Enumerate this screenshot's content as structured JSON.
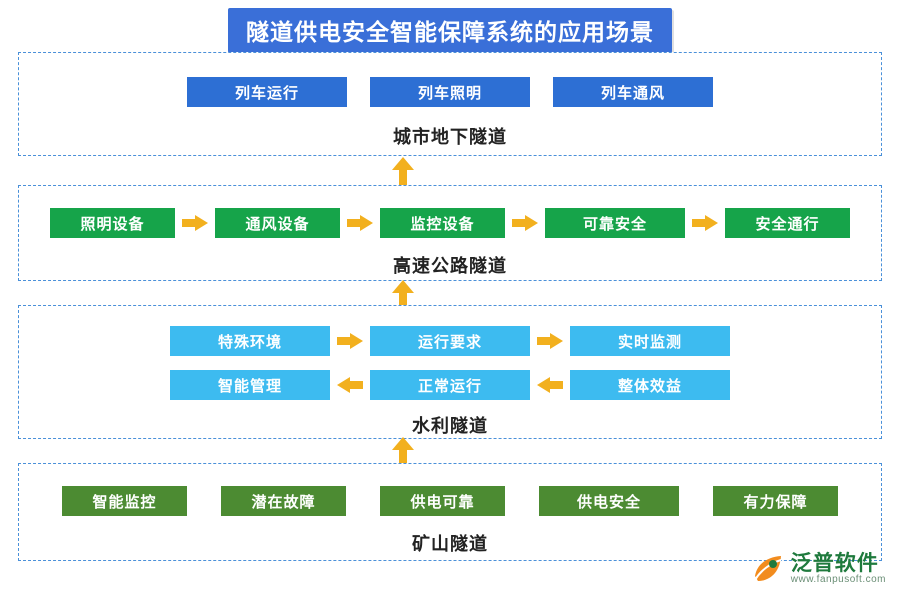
{
  "title": "隧道供电安全智能保障系统的应用场景",
  "colors": {
    "title_bg": "#3A6FD8",
    "urban_box": "#2D6FD4",
    "highway_box": "#16A44A",
    "water_box": "#3DBBF0",
    "mine_box": "#4C8B32",
    "arrow": "#F2B01E",
    "panel_border": "#4A90D9"
  },
  "sections": [
    {
      "id": "urban",
      "label": "城市地下隧道",
      "rows": [
        {
          "items": [
            "列车运行",
            "列车照明",
            "列车通风"
          ],
          "arrows": []
        }
      ]
    },
    {
      "id": "highway",
      "label": "高速公路隧道",
      "rows": [
        {
          "items": [
            "照明设备",
            "通风设备",
            "监控设备",
            "可靠安全",
            "安全通行"
          ],
          "arrows": [
            "right",
            "right",
            "right",
            "right"
          ]
        }
      ]
    },
    {
      "id": "water",
      "label": "水利隧道",
      "rows": [
        {
          "items": [
            "特殊环境",
            "运行要求",
            "实时监测"
          ],
          "arrows": [
            "right",
            "right"
          ]
        },
        {
          "items": [
            "智能管理",
            "正常运行",
            "整体效益"
          ],
          "arrows": [
            "left",
            "left"
          ]
        }
      ]
    },
    {
      "id": "mine",
      "label": "矿山隧道",
      "rows": [
        {
          "items": [
            "智能监控",
            "潜在故障",
            "供电可靠",
            "供电安全",
            "有力保障"
          ],
          "arrows": []
        }
      ]
    }
  ],
  "flow_arrows": [
    {
      "name": "arrow-mine-to-water",
      "direction": "up"
    },
    {
      "name": "arrow-water-to-highway",
      "direction": "up"
    },
    {
      "name": "arrow-highway-to-urban",
      "direction": "up"
    }
  ],
  "logo": {
    "name": "泛普软件",
    "url": "www.fanpusoft.com"
  }
}
